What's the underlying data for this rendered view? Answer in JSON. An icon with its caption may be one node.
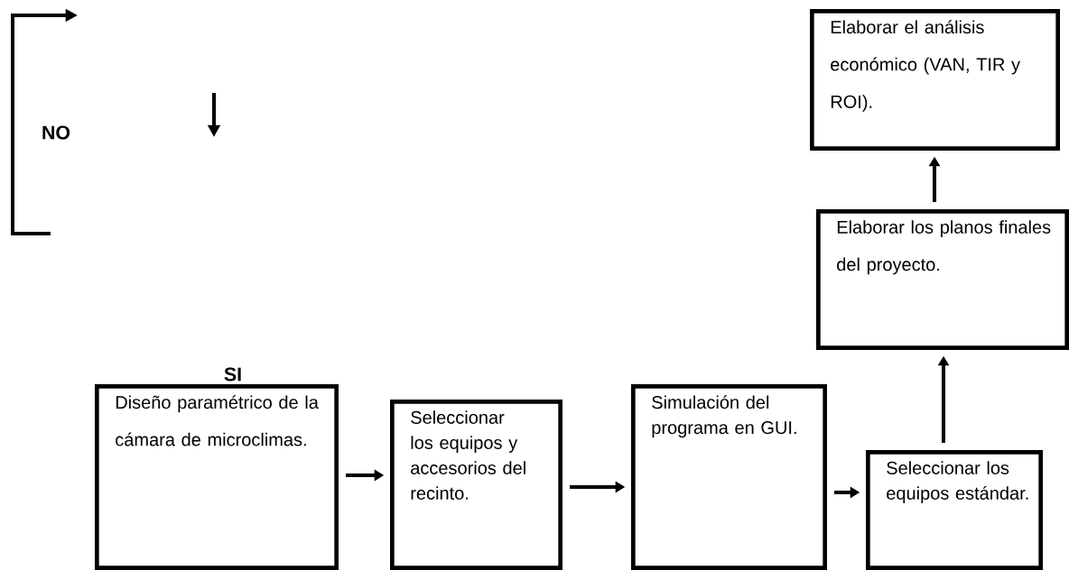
{
  "diagram": {
    "nodes": [
      {
        "text": [
          "Diseño paramétrico de la cámara de microclimas."
        ]
      },
      {
        "text": [
          "Seleccionar los equipos y accesorios del recinto."
        ]
      },
      {
        "text": [
          "Simulación del programa en GUI."
        ]
      },
      {
        "text": [
          "Seleccionar los equipos estándar."
        ]
      },
      {
        "text": [
          "Elaborar los planos finales del proyecto."
        ]
      },
      {
        "text": [
          "Elaborar el análisis económico (VAN, TIR y ROI)."
        ]
      }
    ],
    "edges": [
      {
        "from": 0,
        "to": 1,
        "arrow": "to"
      },
      {
        "from": 1,
        "to": 2,
        "arrow": "to"
      },
      {
        "from": 2,
        "to": 3,
        "arrow": "to"
      },
      {
        "from": 3,
        "to": 4,
        "arrow": "to"
      },
      {
        "from": 4,
        "to": 5,
        "arrow": "to"
      }
    ],
    "labels": [
      "NO",
      "SI"
    ]
  }
}
